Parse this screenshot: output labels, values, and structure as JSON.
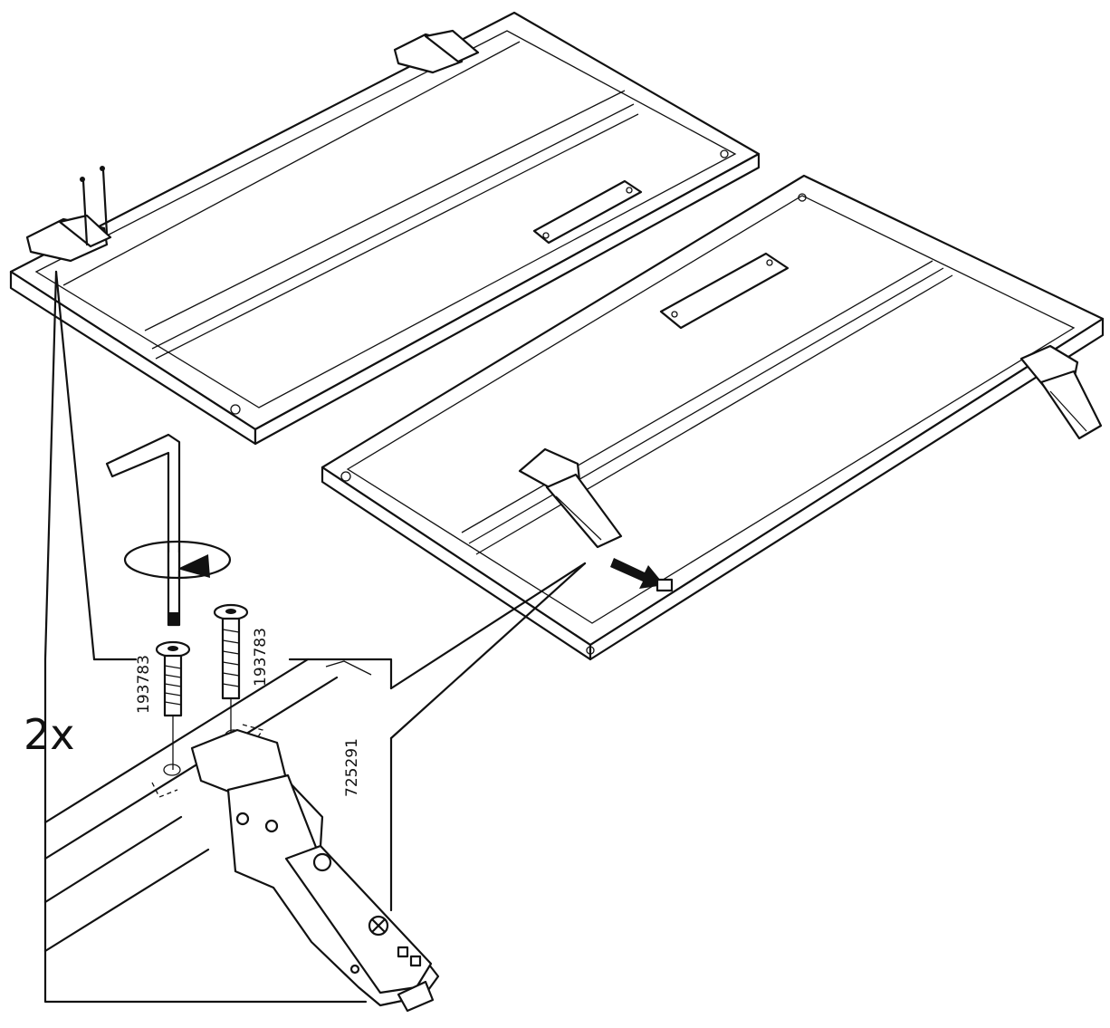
{
  "step": {
    "quantity_label": "2x",
    "part_numbers": {
      "screw_left": "193783",
      "screw_right": "193783",
      "hinge": "725291"
    }
  },
  "icons": [
    "allen-key-icon",
    "rotate-arrow-icon",
    "push-arrow-icon"
  ],
  "colors": {
    "line": "#111111",
    "background": "#ffffff"
  }
}
